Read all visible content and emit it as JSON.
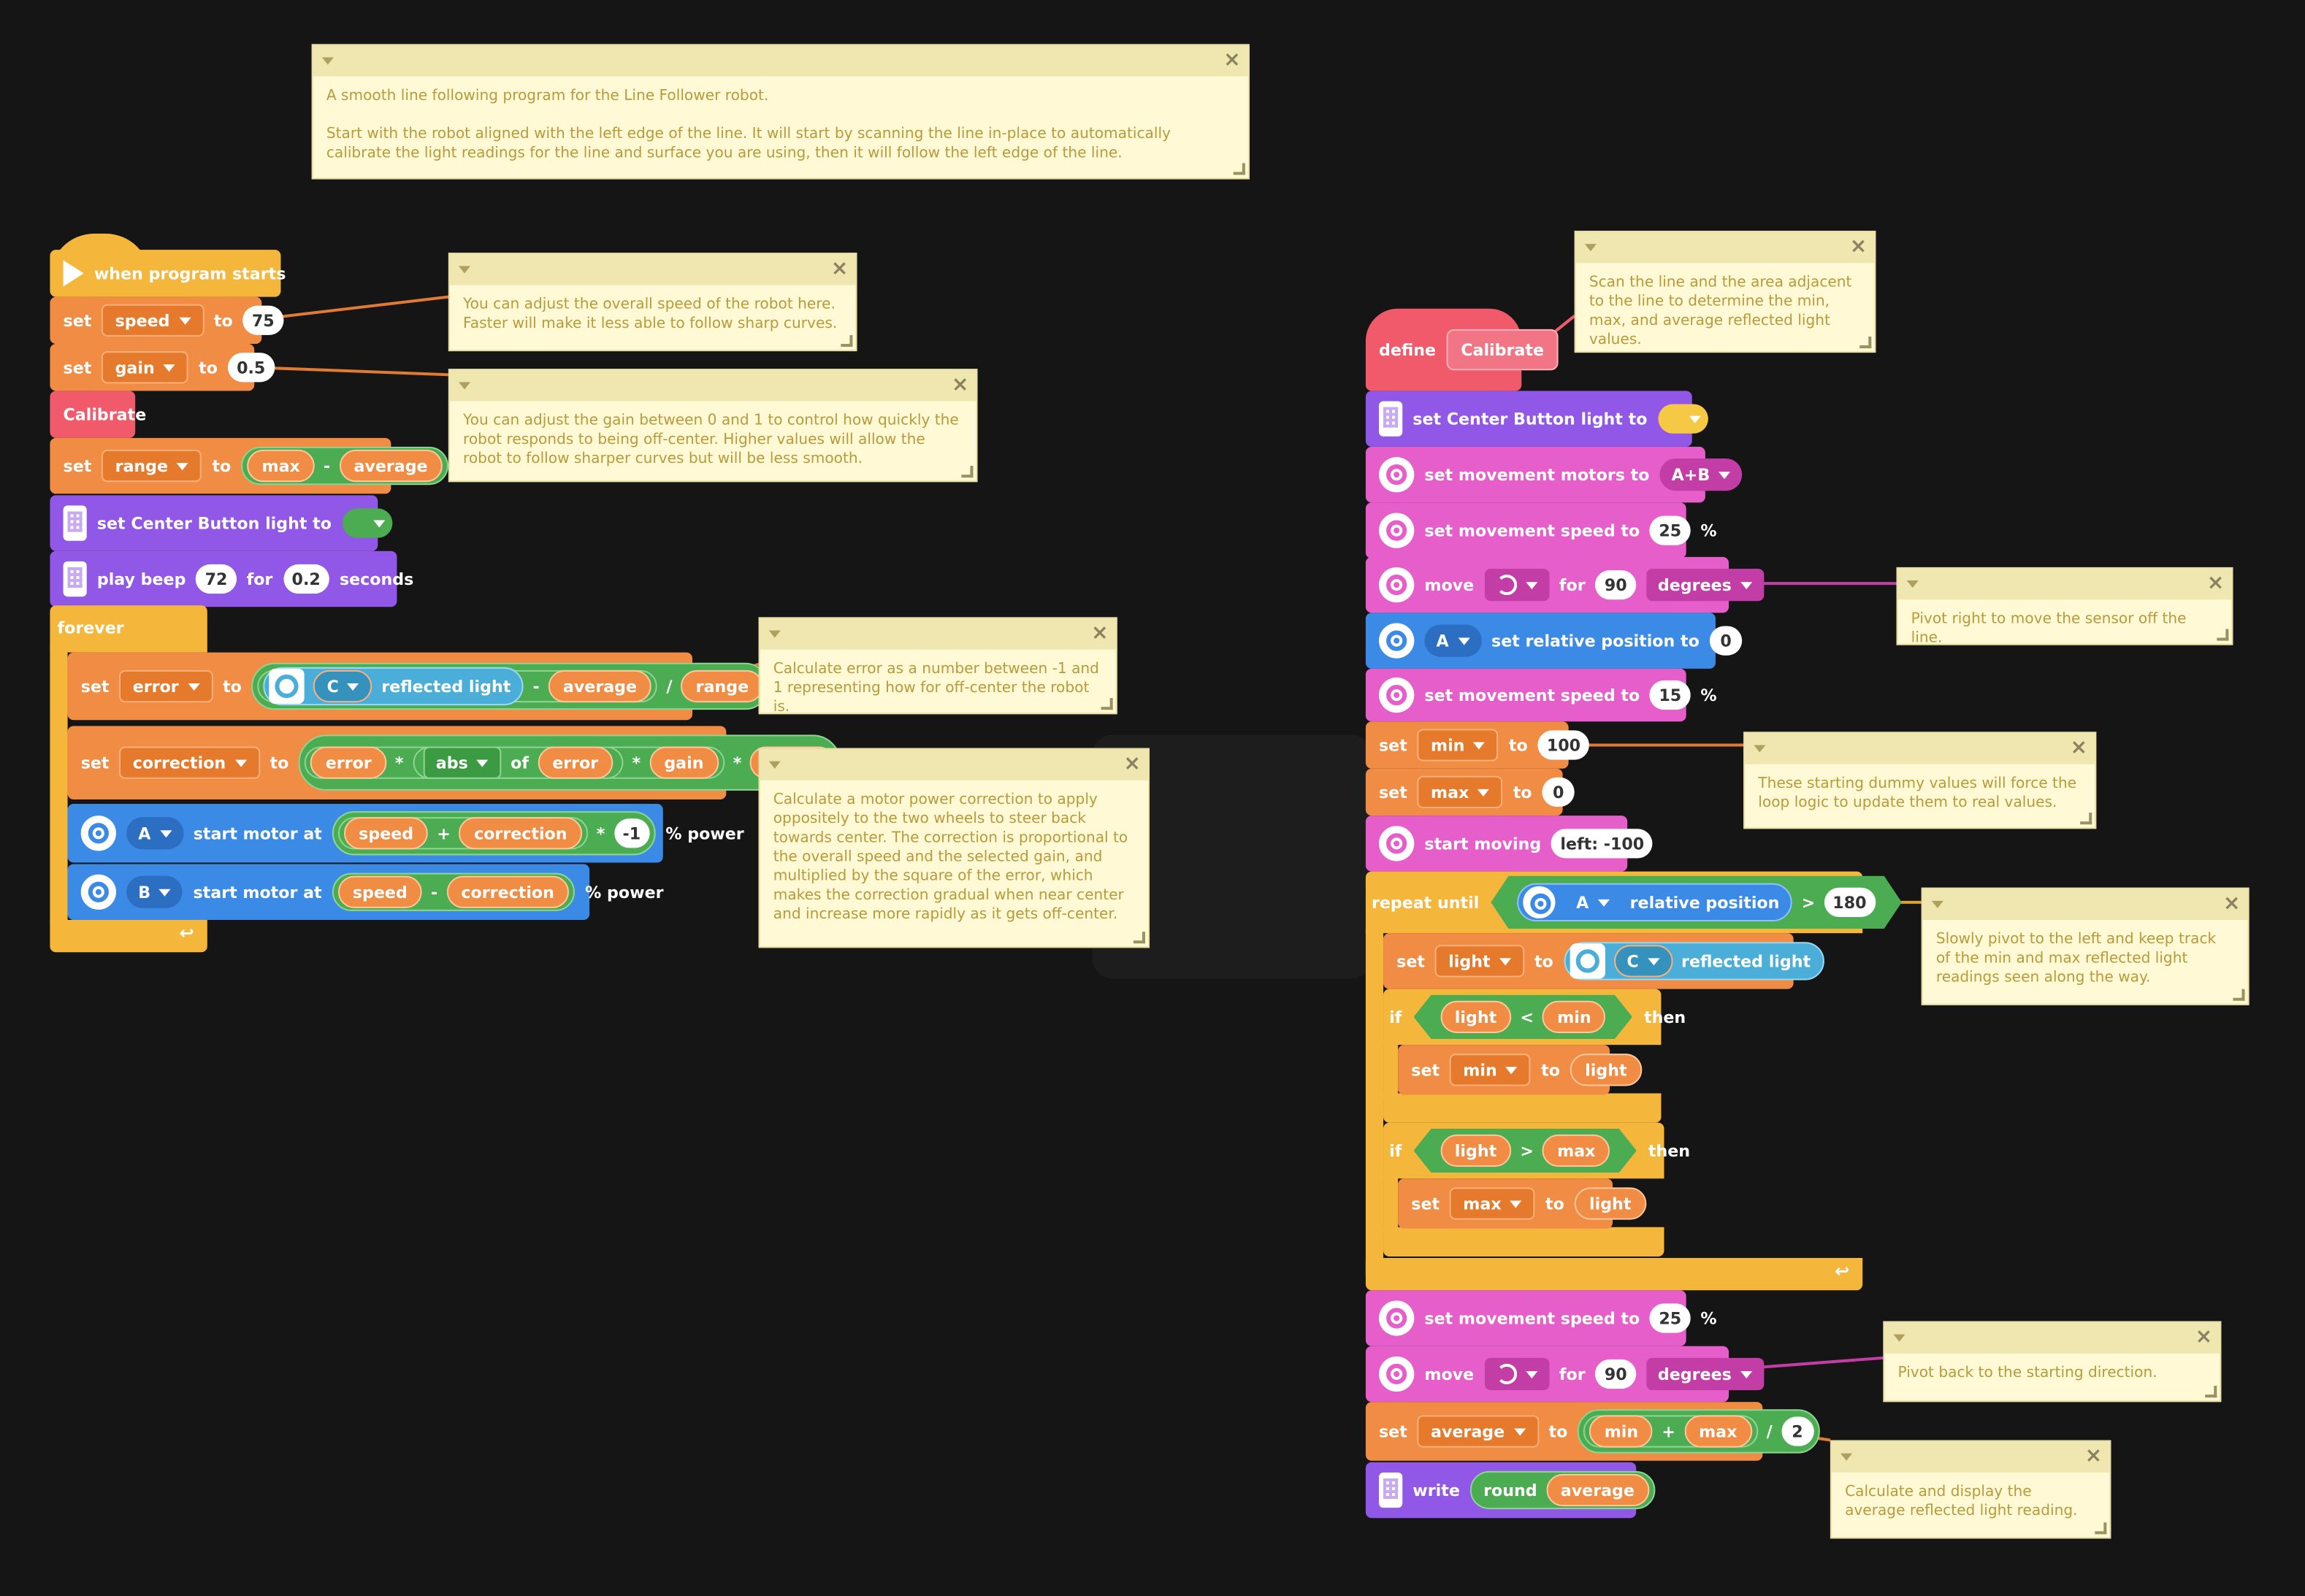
{
  "colors": {
    "event": "#f5b63c",
    "variable": "#f08c44",
    "motor": "#3b8be6",
    "movement": "#e65ec9",
    "hub": "#9157e6",
    "operator": "#4cac52",
    "sensor": "#4aaed9",
    "myblock": "#f05a6b",
    "note": "#fff9d6"
  },
  "notes": {
    "intro": "A smooth line following program for the Line Follower robot.\n\nStart with the robot aligned with the left edge of the line. It will start by scanning the line in-place to automatically calibrate the light readings for the line and surface you are using, then it will follow the left edge of the line.",
    "speed": "You can adjust the overall speed of the robot here. Faster will make it less able to follow sharp curves.",
    "gain": "You can adjust the gain between 0 and 1 to control how quickly the robot responds to being off-center. Higher values will allow the robot to follow sharper curves but will be less smooth.",
    "error": "Calculate error as a number between -1 and 1 representing how for off-center the robot is.",
    "correction": "Calculate a motor power correction to apply oppositely to the two wheels to steer back towards center. The correction is proportional to the overall speed and the selected gain, and multiplied by the square of the error, which makes the correction gradual when near center and increase more rapidly as it gets off-center.",
    "scan": "Scan the line and the area adjacent to the line to determine the min, max, and average reflected light values.",
    "pivot_right": "Pivot right to move the sensor off the line.",
    "dummy": "These starting dummy values will force the loop logic to update them to real values.",
    "slow_pivot": "Slowly pivot to the left and keep track of the min and max reflected light readings seen along the way.",
    "pivot_back": "Pivot back to the starting direction.",
    "display": "Calculate and display the average reflected light reading."
  },
  "w": {
    "set": "set",
    "to": "to",
    "of": "of",
    "for": "for",
    "if": "if",
    "then": "then",
    "define": "define",
    "forever": "forever",
    "repeat_until": "repeat until",
    "write": "write",
    "round": "round",
    "seconds": "seconds",
    "pct": "%",
    "pct_power": "% power",
    "degrees": "degrees",
    "when_start": "when program starts",
    "calibrate": "Calibrate",
    "set_center_light": "set Center Button light to",
    "play_beep": "play beep",
    "start_motor_at": "start motor at",
    "reflected_light": "reflected light",
    "set_move_motors": "set movement motors to",
    "set_move_speed": "set movement speed to",
    "move": "move",
    "set_rel_pos": "set relative position to",
    "relative_position": "relative position",
    "start_moving": "start moving",
    "op_minus": "-",
    "op_plus": "+",
    "op_times": "*",
    "op_div": "/",
    "op_lt": "<",
    "op_gt": ">"
  },
  "v": {
    "speed": "speed",
    "gain": "gain",
    "range": "range",
    "max": "max",
    "min": "min",
    "average": "average",
    "error": "error",
    "correction": "correction",
    "light": "light",
    "abs": "abs"
  },
  "vals": {
    "speed": "75",
    "gain": "0.5",
    "beep_note": "72",
    "beep_dur": "0.2",
    "neg1": "-1",
    "port_c": "C",
    "port_a": "A",
    "port_b": "B",
    "motors": "A+B",
    "spd25": "25",
    "spd15": "15",
    "deg90": "90",
    "rel0": "0",
    "min100": "100",
    "max0": "0",
    "steer": "left: -100",
    "deg180": "180",
    "two": "2"
  }
}
